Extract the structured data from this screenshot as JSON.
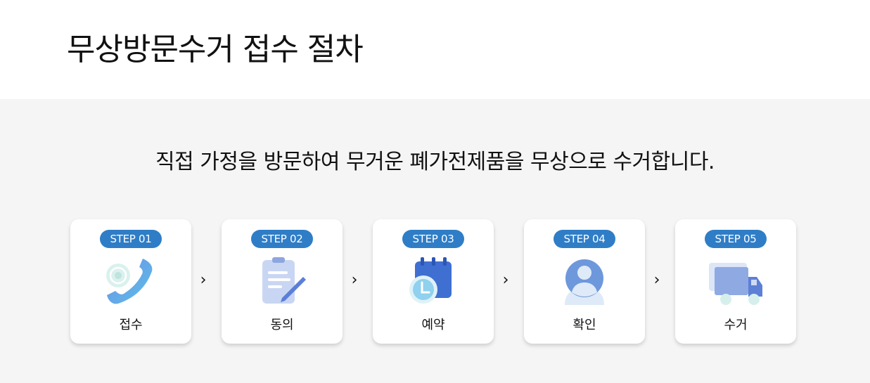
{
  "header": {
    "title": "무상방문수거 접수 절차"
  },
  "main": {
    "lead": "직접 가정을 방문하여 무거운 폐가전제품을 무상으로 수거합니다.",
    "arrow_glyph": "›",
    "steps": [
      {
        "badge": "STEP 01",
        "label": "접수",
        "icon": "phone-icon"
      },
      {
        "badge": "STEP 02",
        "label": "동의",
        "icon": "clipboard-pen-icon"
      },
      {
        "badge": "STEP 03",
        "label": "예약",
        "icon": "calendar-clock-icon"
      },
      {
        "badge": "STEP 04",
        "label": "확인",
        "icon": "user-icon"
      },
      {
        "badge": "STEP 05",
        "label": "수거",
        "icon": "truck-icon"
      }
    ]
  },
  "colors": {
    "badge": "#2f7dc6",
    "band": "#f5f5f5",
    "icon_blue": "#3f6fd1",
    "icon_light": "#b9cdf0",
    "icon_mint": "#d6efec"
  }
}
